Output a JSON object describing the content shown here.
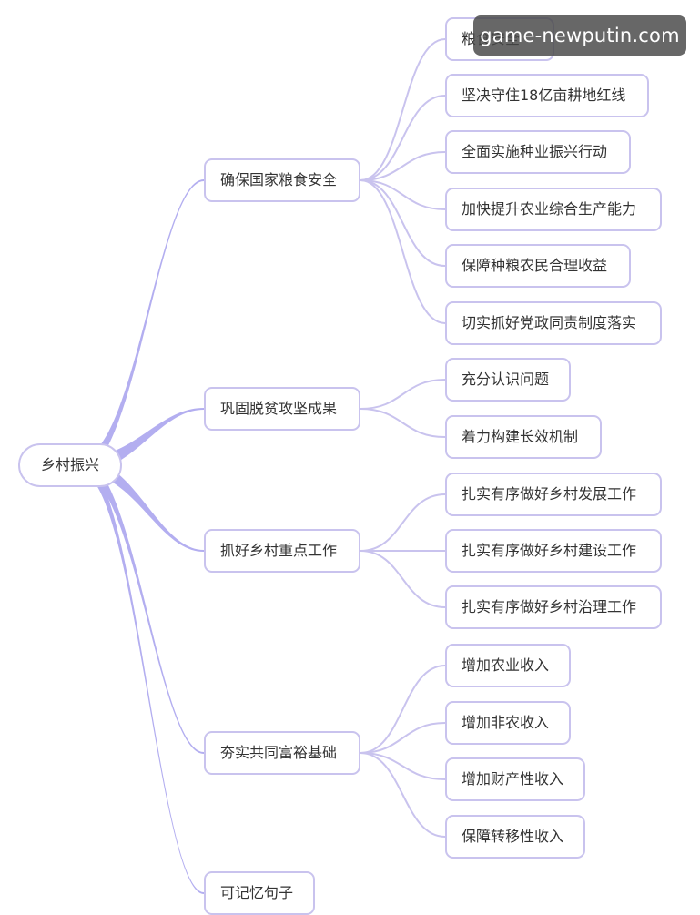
{
  "root": {
    "label": "乡村振兴"
  },
  "branches": [
    {
      "label": "确保国家粮食安全",
      "children": [
        "粮食安全",
        "坚决守住18亿亩耕地红线",
        "全面实施种业振兴行动",
        "加快提升农业综合生产能力",
        "保障种粮农民合理收益",
        "切实抓好党政同责制度落实"
      ]
    },
    {
      "label": "巩固脱贫攻坚成果",
      "children": [
        "充分认识问题",
        "着力构建长效机制"
      ]
    },
    {
      "label": "抓好乡村重点工作",
      "children": [
        "扎实有序做好乡村发展工作",
        "扎实有序做好乡村建设工作",
        "扎实有序做好乡村治理工作"
      ]
    },
    {
      "label": "夯实共同富裕基础",
      "children": [
        "增加农业收入",
        "增加非农收入",
        "增加财产性收入",
        "保障转移性收入"
      ]
    },
    {
      "label": "可记忆句子",
      "children": []
    }
  ],
  "watermark": "game-newputin.com",
  "colors": {
    "thick_link": "#b3aef0",
    "thin_link": "#c9c3ee",
    "border": "#c9c3ee"
  }
}
